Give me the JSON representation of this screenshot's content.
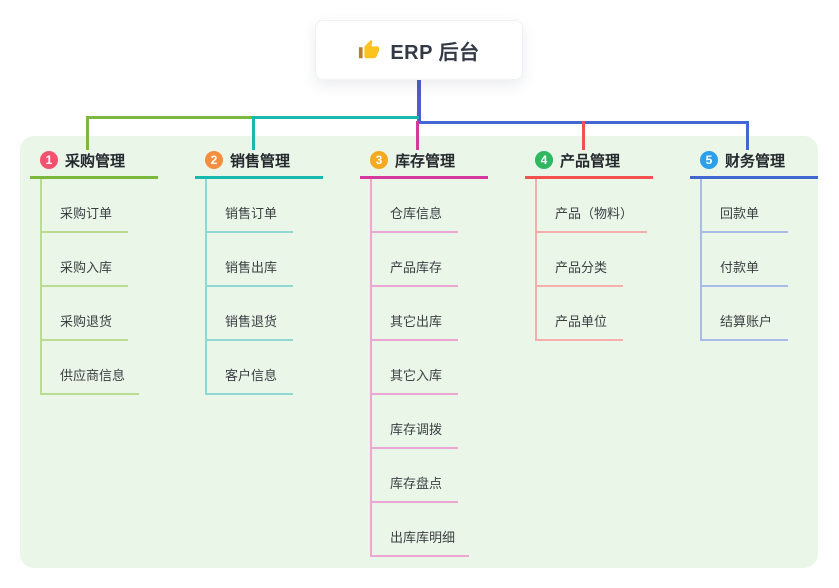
{
  "root": {
    "title": "ERP 后台",
    "icon": "thumbs-up-icon"
  },
  "connectors": {
    "root_drop_color": "#4f5cc9",
    "panel_background": "#e9f6e8"
  },
  "branches": [
    {
      "number": "1",
      "label": "采购管理",
      "badge_color": "#f25270",
      "line_color": "#7db83e",
      "child_line_color": "#b9dc92",
      "children": [
        "采购订单",
        "采购入库",
        "采购退货",
        "供应商信息"
      ]
    },
    {
      "number": "2",
      "label": "销售管理",
      "badge_color": "#f58e3f",
      "line_color": "#17b9ae",
      "child_line_color": "#8fd9d2",
      "children": [
        "销售订单",
        "销售出库",
        "销售退货",
        "客户信息"
      ]
    },
    {
      "number": "3",
      "label": "库存管理",
      "badge_color": "#f7a922",
      "line_color": "#d6389b",
      "child_line_color": "#eba6d3",
      "children": [
        "仓库信息",
        "产品库存",
        "其它出库",
        "其它入库",
        "库存调拨",
        "库存盘点",
        "出库库明细"
      ]
    },
    {
      "number": "4",
      "label": "产品管理",
      "badge_color": "#2eb85f",
      "line_color": "#f4504f",
      "child_line_color": "#f9aeae",
      "children": [
        "产品（物料）",
        "产品分类",
        "产品单位"
      ]
    },
    {
      "number": "5",
      "label": "财务管理",
      "badge_color": "#2b9fe8",
      "line_color": "#4367d2",
      "child_line_color": "#a9bce9",
      "children": [
        "回款单",
        "付款单",
        "结算账户"
      ]
    }
  ]
}
